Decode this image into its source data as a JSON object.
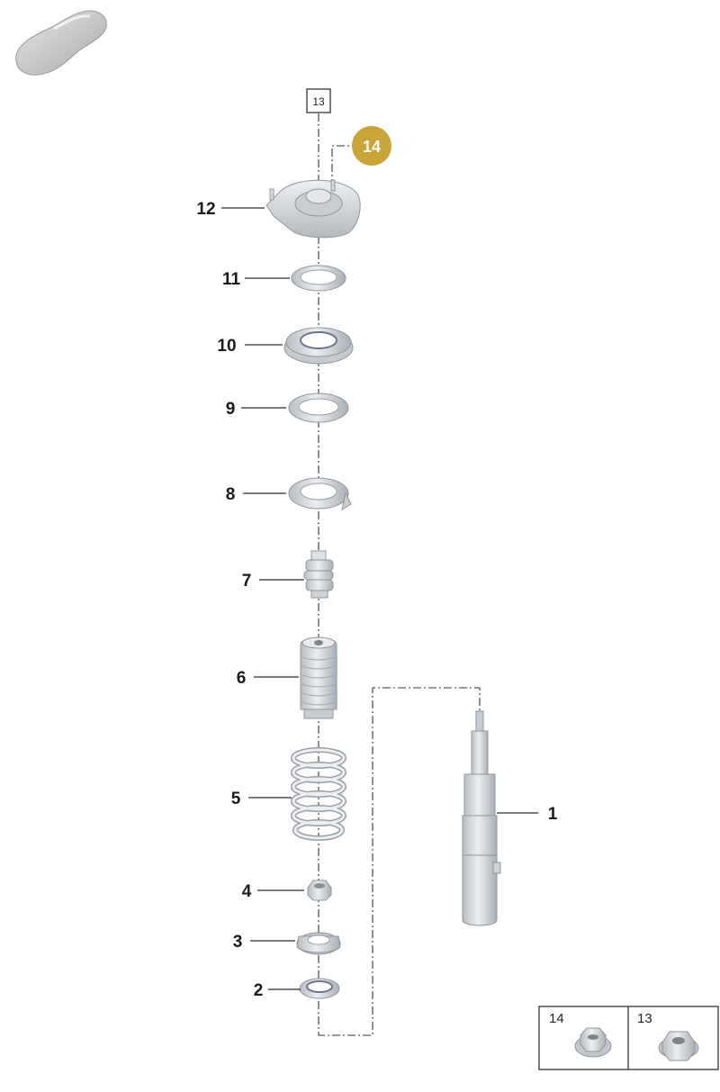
{
  "header": {
    "vehicle_icon": "car-silhouette-icon"
  },
  "reference_box": {
    "label": "13"
  },
  "highlight_badge": {
    "label": "14",
    "color": "#c9a438"
  },
  "parts": [
    {
      "number": "1"
    },
    {
      "number": "2"
    },
    {
      "number": "3"
    },
    {
      "number": "4"
    },
    {
      "number": "5"
    },
    {
      "number": "6"
    },
    {
      "number": "7"
    },
    {
      "number": "8"
    },
    {
      "number": "9"
    },
    {
      "number": "10"
    },
    {
      "number": "11"
    },
    {
      "number": "12"
    }
  ],
  "inset": {
    "cells": [
      {
        "label": "14",
        "icon": "nut-icon"
      },
      {
        "label": "13",
        "icon": "hex-nut-icon"
      }
    ]
  },
  "colors": {
    "part_fill": "#d9dcdf",
    "part_shade": "#b7bcc1",
    "line": "#2a2a2a"
  }
}
